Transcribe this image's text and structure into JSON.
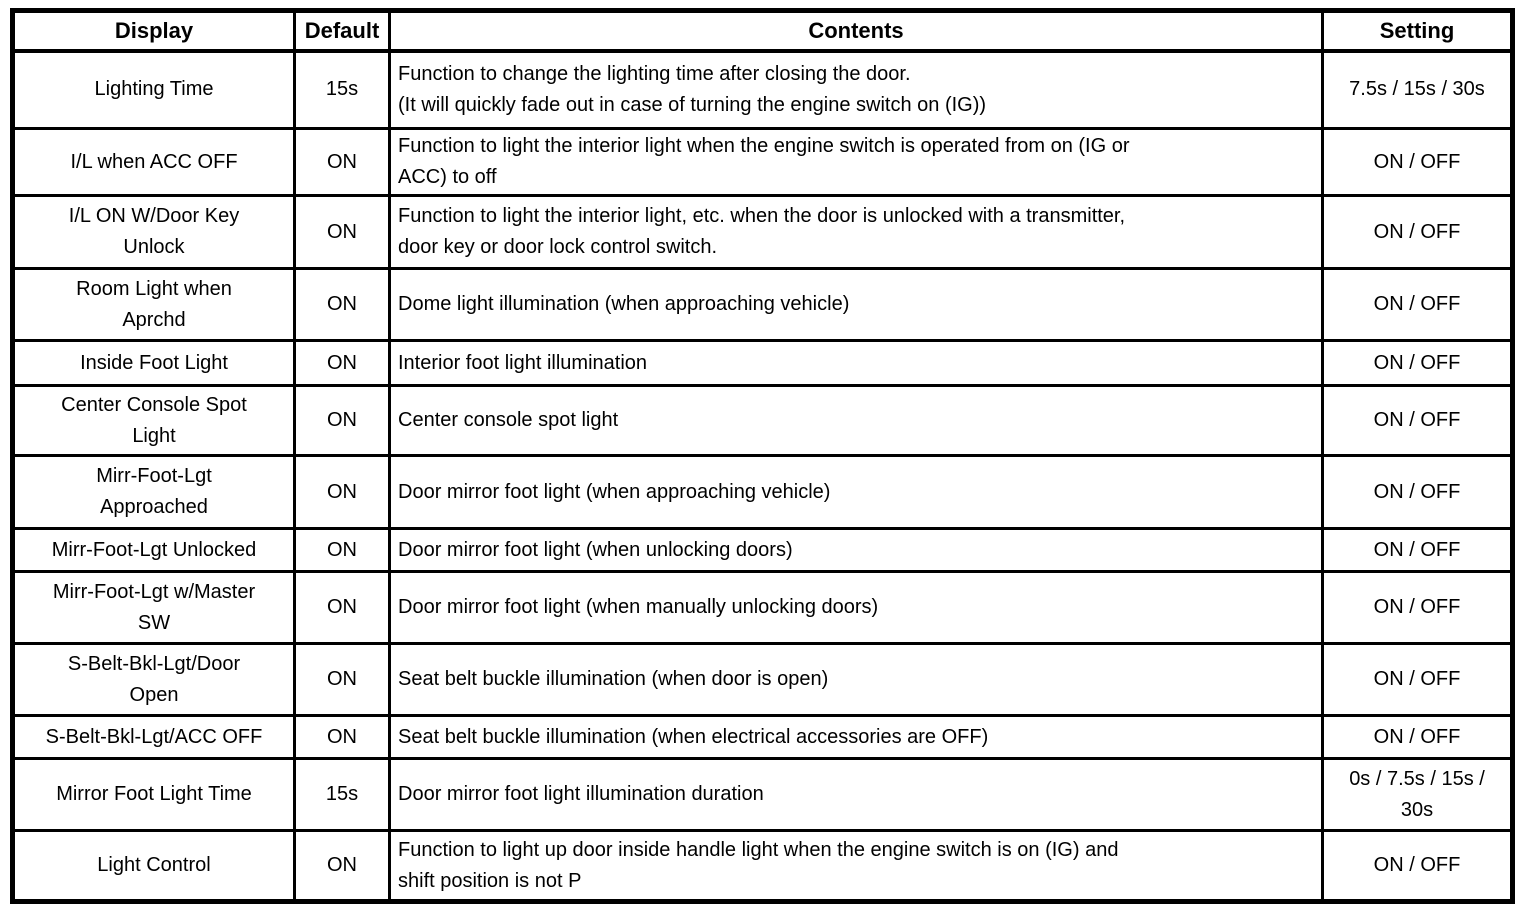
{
  "colors": {
    "text": "#000000",
    "border": "#000000",
    "background": "#ffffff"
  },
  "table": {
    "headers": {
      "display": "Display",
      "default": "Default",
      "contents": "Contents",
      "setting": "Setting"
    },
    "rows": [
      {
        "display": "Lighting Time",
        "default": "15s",
        "contents": "Function to change the lighting time after closing the door.\n(It will quickly fade out in case of turning the engine switch on (IG))",
        "setting": "7.5s / 15s / 30s"
      },
      {
        "display": "I/L when ACC OFF",
        "default": "ON",
        "contents": "Function to light the interior light when the engine switch is operated from on (IG or\nACC) to off",
        "setting": "ON / OFF"
      },
      {
        "display": "I/L ON W/Door Key\nUnlock",
        "default": "ON",
        "contents": "Function to light the interior light, etc. when the door is unlocked with a transmitter,\ndoor key or door lock control switch.",
        "setting": "ON / OFF"
      },
      {
        "display": "Room Light when\nAprchd",
        "default": "ON",
        "contents": "Dome light illumination (when approaching vehicle)",
        "setting": "ON / OFF"
      },
      {
        "display": "Inside Foot Light",
        "default": "ON",
        "contents": "Interior foot light illumination",
        "setting": "ON / OFF"
      },
      {
        "display": "Center Console Spot\nLight",
        "default": "ON",
        "contents": "Center console spot light",
        "setting": "ON / OFF"
      },
      {
        "display": "Mirr-Foot-Lgt\nApproached",
        "default": "ON",
        "contents": "Door mirror foot light (when approaching vehicle)",
        "setting": "ON / OFF"
      },
      {
        "display": "Mirr-Foot-Lgt Unlocked",
        "default": "ON",
        "contents": "Door mirror foot light (when unlocking doors)",
        "setting": "ON / OFF"
      },
      {
        "display": "Mirr-Foot-Lgt w/Master\nSW",
        "default": "ON",
        "contents": "Door mirror foot light (when manually unlocking doors)",
        "setting": "ON / OFF"
      },
      {
        "display": "S-Belt-Bkl-Lgt/Door\nOpen",
        "default": "ON",
        "contents": "Seat belt buckle illumination (when door is open)",
        "setting": "ON / OFF"
      },
      {
        "display": "S-Belt-Bkl-Lgt/ACC OFF",
        "default": "ON",
        "contents": "Seat belt buckle illumination (when electrical accessories are OFF)",
        "setting": "ON / OFF"
      },
      {
        "display": "Mirror Foot Light Time",
        "default": "15s",
        "contents": "Door mirror foot light illumination duration",
        "setting": "0s / 7.5s / 15s /\n30s"
      },
      {
        "display": "Light Control",
        "default": "ON",
        "contents": "Function to light up door inside handle light when the engine switch is on (IG) and\nshift position is not P",
        "setting": "ON / OFF"
      }
    ]
  }
}
